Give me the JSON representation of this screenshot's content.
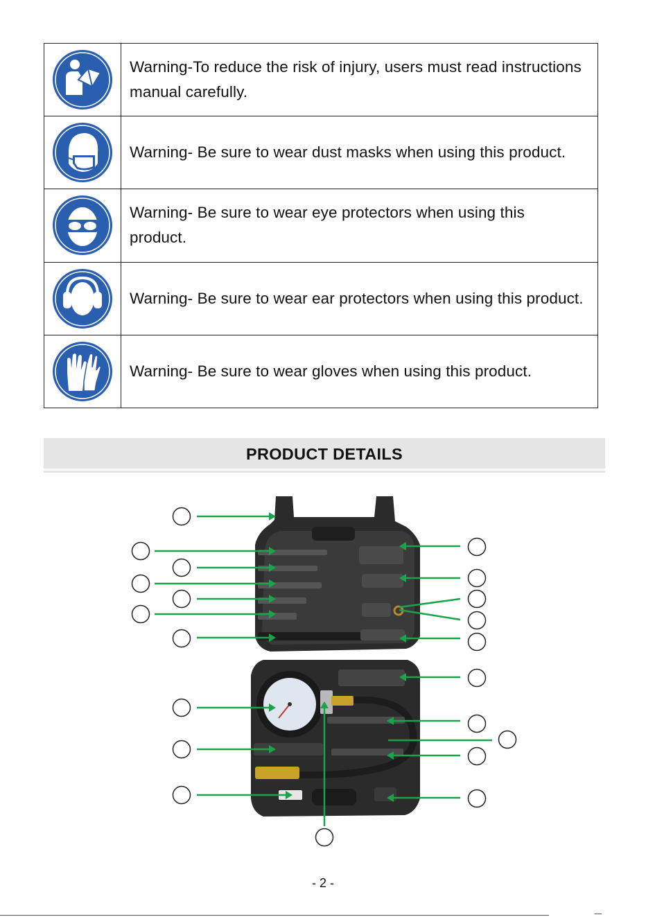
{
  "warnings": [
    {
      "icon": "read-manual-icon",
      "text": "Warning-To reduce the risk of injury, users must read instructions manual carefully."
    },
    {
      "icon": "dust-mask-icon",
      "text": "Warning- Be sure to wear dust masks when using this product."
    },
    {
      "icon": "eye-protection-icon",
      "text": "Warning- Be sure to wear eye protectors when using this product."
    },
    {
      "icon": "ear-protection-icon",
      "text": "Warning- Be sure to wear ear protectors when using this product."
    },
    {
      "icon": "gloves-icon",
      "text": "Warning- Be sure to wear gloves when using this product."
    }
  ],
  "colors": {
    "safety_blue": "#2a5fb0",
    "callout_green": "#1aa34a",
    "case_black": "#2b2b2b"
  },
  "section": {
    "title": "PRODUCT DETAILS"
  },
  "page": {
    "number": "- 2 -"
  }
}
